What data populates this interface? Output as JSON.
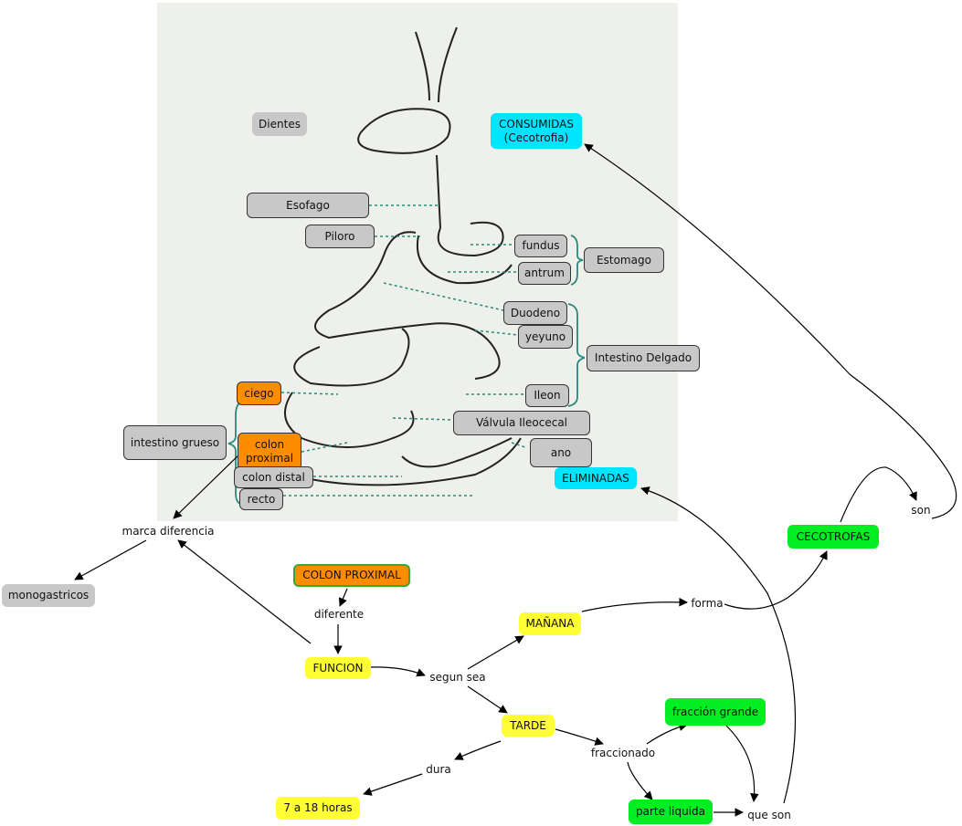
{
  "colors": {
    "gray": "#c8c8c8",
    "orange": "#ff8c00",
    "cyan": "#00e5ff",
    "yellow": "#ffff33",
    "green": "#00ee22",
    "connector_teal": "#2a8a7a",
    "connector_black": "#000000"
  },
  "anatomy": {
    "dientes": "Dientes",
    "esofago": "Esofago",
    "piloro": "Piloro",
    "fundus": "fundus",
    "antrum": "antrum",
    "estomago": "Estomago",
    "duodeno": "Duodeno",
    "yeyuno": "yeyuno",
    "ileon": "Ileon",
    "intestino_delgado": "Intestino Delgado",
    "valvula": "Válvula Ileocecal",
    "ano": "ano",
    "ciego": "ciego",
    "colon_proximal": "colon\nproximal",
    "colon_distal": "colon distal",
    "recto": "recto",
    "intestino_grueso": "intestino grueso"
  },
  "cyan_nodes": {
    "consumidas": "CONSUMIDAS\n(Cecotrofia)",
    "eliminadas": "ELIMINADAS"
  },
  "concepts": {
    "monogastricos": "monogastricos",
    "colon_proximal_title": "COLON PROXIMAL",
    "funcion": "FUNCION",
    "manana": "MAÑANA",
    "tarde": "TARDE",
    "siete_18": "7 a 18 horas",
    "cecotrofas": "CECOTROFAS",
    "fraccion_grande": "fracción grande",
    "parte_liquida": "parte liquida"
  },
  "linking_phrases": {
    "marca_diferencia": "marca diferencia",
    "diferente": "diferente",
    "segun_sea": "segun sea",
    "forma": "forma",
    "son": "son",
    "dura": "dura",
    "fraccionado": "fraccionado",
    "que_son": "que son"
  }
}
